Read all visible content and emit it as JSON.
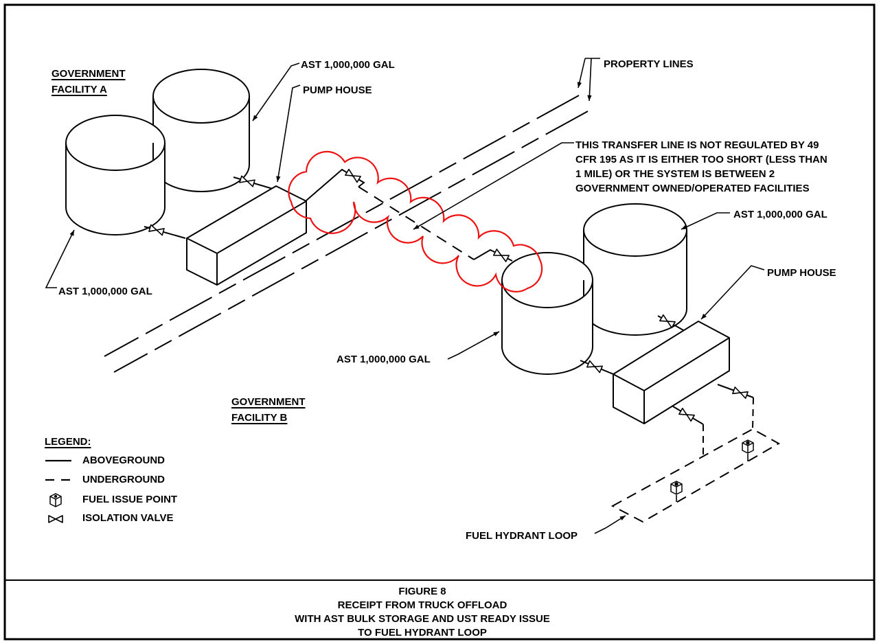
{
  "figure": {
    "labels": {
      "facility_a": "GOVERNMENT\nFACILITY A",
      "facility_b": "GOVERNMENT\nFACILITY B",
      "ast_a_top": "AST 1,000,000 GAL",
      "ast_a_left": "AST 1,000,000 GAL",
      "ast_b_left": "AST 1,000,000 GAL",
      "ast_b_right": "AST 1,000,000 GAL",
      "pump_house_a": "PUMP HOUSE",
      "pump_house_b": "PUMP HOUSE",
      "property_lines": "PROPERTY LINES",
      "fuel_hydrant_loop": "FUEL HYDRANT LOOP"
    },
    "note": "THIS TRANSFER LINE IS NOT REGULATED BY 49\nCFR 195 AS IT IS EITHER TOO SHORT (LESS THAN\n1 MILE) OR THE SYSTEM IS BETWEEN 2\nGOVERNMENT OWNED/OPERATED FACILITIES",
    "legend": {
      "title": "LEGEND:",
      "items": [
        {
          "symbol": "solid-line",
          "label": "ABOVEGROUND"
        },
        {
          "symbol": "dashed-line",
          "label": "UNDERGROUND"
        },
        {
          "symbol": "fuel-issue-point-icon",
          "label": "FUEL ISSUE POINT"
        },
        {
          "symbol": "isolation-valve-icon",
          "label": "ISOLATION VALVE"
        }
      ]
    },
    "title_block": {
      "line1": "FIGURE 8",
      "line2": "RECEIPT FROM TRUCK OFFLOAD",
      "line3": "WITH AST BULK STORAGE AND UST READY ISSUE",
      "line4": "TO FUEL HYDRANT LOOP"
    },
    "colors": {
      "line": "#000000",
      "revision_cloud": "#ee1111",
      "background": "#ffffff"
    }
  }
}
